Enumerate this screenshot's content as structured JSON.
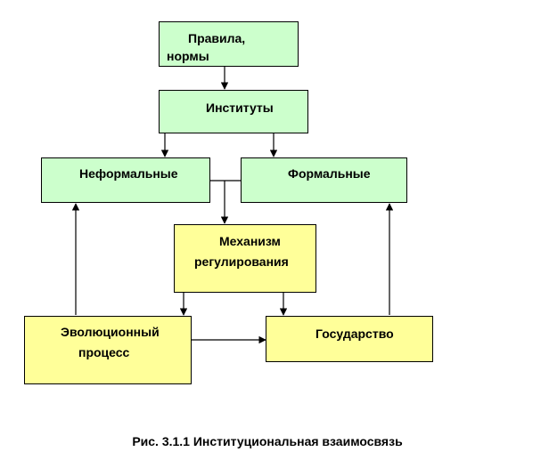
{
  "nodes": {
    "rules": {
      "line1": "Правила,",
      "line2": "нормы"
    },
    "institutes": {
      "label": "Институты"
    },
    "informal": {
      "label": "Неформальные"
    },
    "formal": {
      "label": "Формальные"
    },
    "mechanism": {
      "line1": "Механизм",
      "line2": "регулирования"
    },
    "evolution": {
      "line1": "Эволюционный",
      "line2": "процесс"
    },
    "state": {
      "label": "Государство"
    }
  },
  "caption": "Рис. 3.1.1 Институциональная взаимосвязь",
  "colors": {
    "box_green": "#ccffcc",
    "box_yellow": "#ffff99",
    "line": "#000000"
  }
}
